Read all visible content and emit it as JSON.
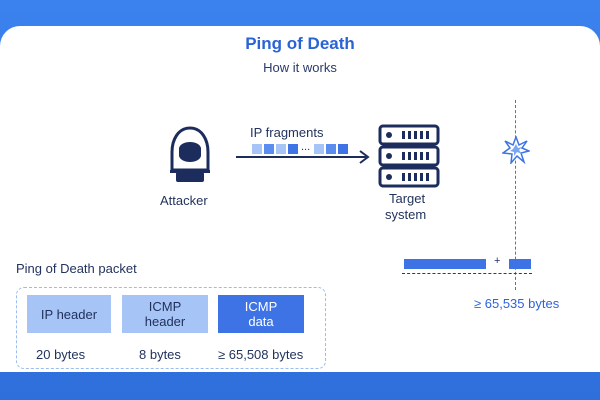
{
  "header": {
    "title": "Ping of Death",
    "subtitle": "How it works"
  },
  "diagram": {
    "attacker_label": "Attacker",
    "fragments_label": "IP fragments",
    "fragment_ellipsis": "...",
    "target_label_line1": "Target",
    "target_label_line2": "system",
    "plus_sign": "+",
    "total_size": "≥ 65,535 bytes"
  },
  "packet": {
    "title": "Ping of Death packet",
    "segments": [
      {
        "label_line1": "IP header",
        "label_line2": "",
        "size": "20 bytes"
      },
      {
        "label_line1": "ICMP",
        "label_line2": "header",
        "size": "8 bytes"
      },
      {
        "label_line1": "ICMP",
        "label_line2": "data",
        "size": "≥ 65,508 bytes"
      }
    ]
  },
  "colors": {
    "accent": "#2e63d9",
    "bar_dark": "#3d73e4",
    "bar_light": "#a7c4f6",
    "icon_dark": "#1c2c5c"
  },
  "icons": [
    "hooded-attacker-icon",
    "server-rack-icon",
    "explosion-burst-icon"
  ]
}
